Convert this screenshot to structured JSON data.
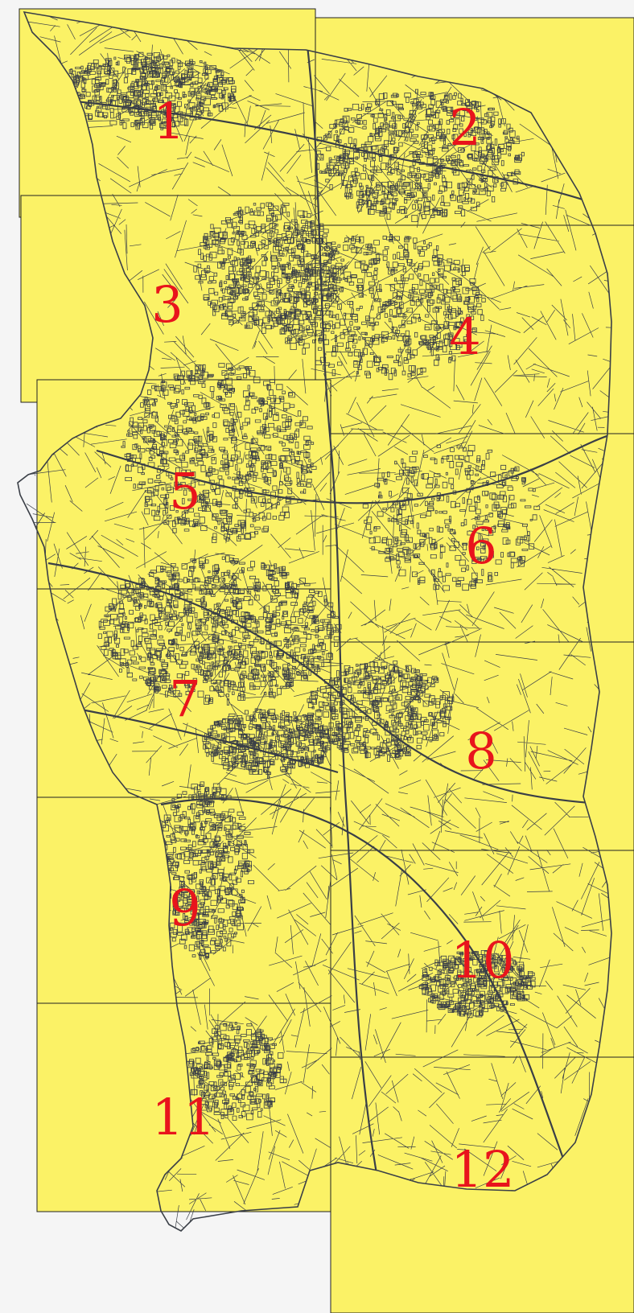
{
  "map": {
    "background_color": "#f5f5f5",
    "sheet_fill": "#fbf266",
    "sheet_border": "#222222",
    "parcel_line_color": "#3a3f47",
    "label_color": "#e8141c",
    "sheets": [
      {
        "id": "sheet-1",
        "label": "1"
      },
      {
        "id": "sheet-2",
        "label": "2"
      },
      {
        "id": "sheet-3",
        "label": "3"
      },
      {
        "id": "sheet-4",
        "label": "4"
      },
      {
        "id": "sheet-5",
        "label": "5"
      },
      {
        "id": "sheet-6",
        "label": "6"
      },
      {
        "id": "sheet-7",
        "label": "7"
      },
      {
        "id": "sheet-8",
        "label": "8"
      },
      {
        "id": "sheet-9",
        "label": "9"
      },
      {
        "id": "sheet-10",
        "label": "10"
      },
      {
        "id": "sheet-11",
        "label": "11"
      },
      {
        "id": "sheet-12",
        "label": "12"
      }
    ]
  }
}
